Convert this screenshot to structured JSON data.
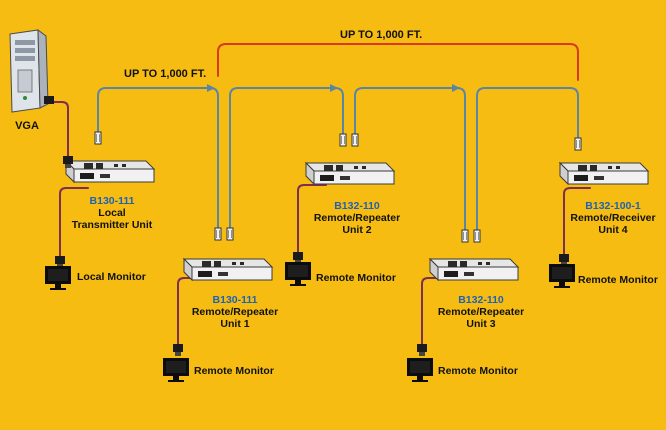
{
  "pc": {
    "label": "VGA"
  },
  "distances": {
    "span_short": "UP TO 1,000 FT.",
    "span_long": "UP TO 1,000 FT."
  },
  "units": [
    {
      "model": "B130-111",
      "name_line1": "Local",
      "name_line2": "Transmitter Unit",
      "monitor": "Local Monitor"
    },
    {
      "model": "B130-111",
      "name_line1": "Remote/Repeater",
      "name_line2": "Unit 1",
      "monitor": "Remote Monitor"
    },
    {
      "model": "B132-110",
      "name_line1": "Remote/Repeater",
      "name_line2": "Unit 2",
      "monitor": "Remote Monitor"
    },
    {
      "model": "B132-110",
      "name_line1": "Remote/Repeater",
      "name_line2": "Unit 3",
      "monitor": "Remote Monitor"
    },
    {
      "model": "B132-100-1",
      "name_line1": "Remote/Receiver",
      "name_line2": "Unit 4",
      "monitor": "Remote Monitor"
    }
  ],
  "colors": {
    "background": "#F6BC12",
    "cat5_cable": "#5C84A5",
    "range_bracket": "#D93A1E",
    "vga_cable": "#7E2E52",
    "model_text": "#1F62B5"
  }
}
